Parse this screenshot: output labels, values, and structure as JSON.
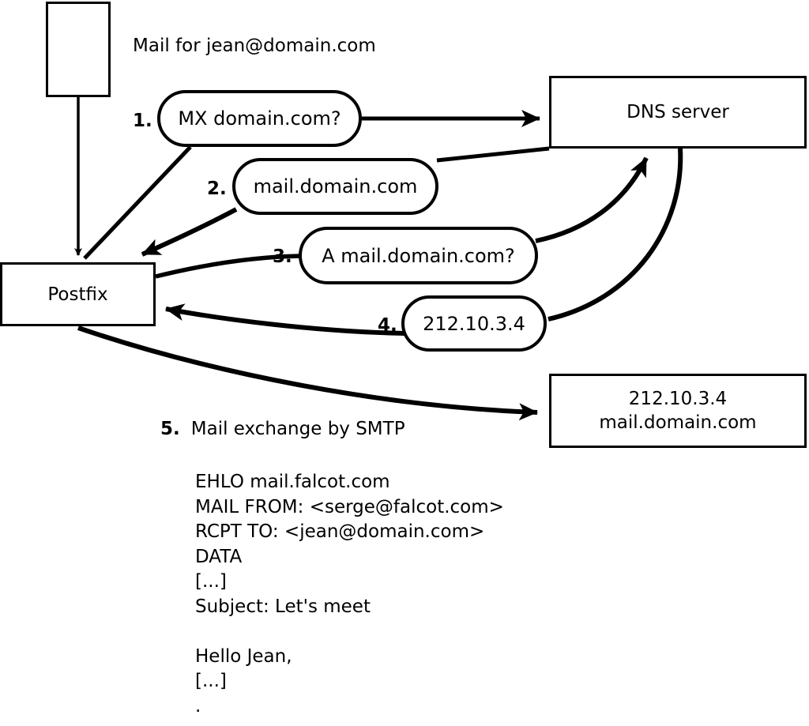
{
  "caption": {
    "mail_for": "Mail for jean@domain.com"
  },
  "nodes": {
    "client": {
      "label": ""
    },
    "postfix": {
      "label": "Postfix"
    },
    "dns": {
      "label": "DNS server"
    },
    "target": {
      "label": "212.10.3.4\nmail.domain.com"
    }
  },
  "steps": [
    {
      "num": "1.",
      "label": "MX domain.com?"
    },
    {
      "num": "2.",
      "label": "mail.domain.com"
    },
    {
      "num": "3.",
      "label": "A mail.domain.com?"
    },
    {
      "num": "4.",
      "label": "212.10.3.4"
    },
    {
      "num": "5.",
      "label": "Mail exchange by SMTP"
    }
  ],
  "smtp_transcript": "EHLO mail.falcot.com\nMAIL FROM: <serge@falcot.com>\nRCPT TO: <jean@domain.com>\nDATA\n[...]\nSubject: Let's meet\n\nHello Jean,\n[...]\n.",
  "colors": {
    "stroke": "#000000",
    "background": "#ffffff"
  }
}
